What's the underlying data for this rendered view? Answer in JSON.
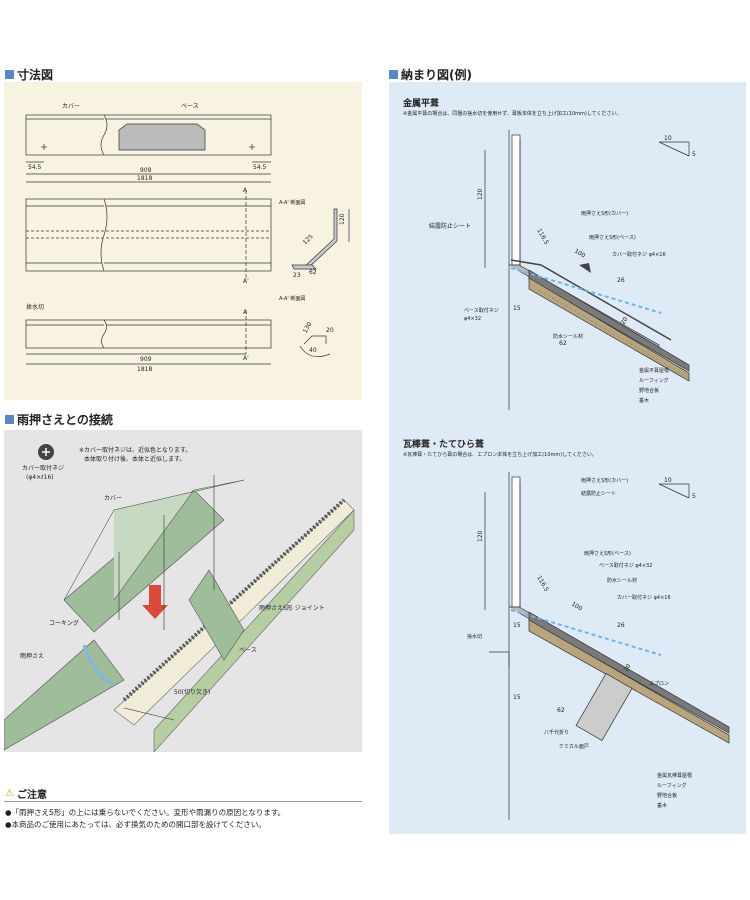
{
  "sections": {
    "dimension": "寸法図",
    "connection": "雨押さえとの接続",
    "finish": "納まり図(例)",
    "caution": "ご注意"
  },
  "dimension": {
    "cover": "カバー",
    "base": "ベース",
    "d545a": "54.5",
    "d545b": "54.5",
    "d909": "909",
    "d1818": "1818",
    "d909b": "909",
    "d1818b": "1818",
    "sectionA": "A-A' 断面図",
    "sectionA2": "A-A' 断面図",
    "d120": "120",
    "d125": "125",
    "d62": "62",
    "d23": "23",
    "d130": "130",
    "d20": "20",
    "d40": "40",
    "mizukiri": "捨水切",
    "markA1": "A",
    "markA2": "A'",
    "markA3": "A",
    "markA4": "A'"
  },
  "connection": {
    "note1": "※カバー取付ネジは、近似色となります。",
    "note2": "本体取り付け後、本体と近似します。",
    "screw": "カバー取付ネジ",
    "screwSize": "(φ4×ℓ16)",
    "cover": "カバー",
    "caulking": "コーキング",
    "amaosae": "雨押さえ",
    "joint": "雨押さえS形\nジョイント",
    "base": "ベース",
    "cut": "50(切り欠き)"
  },
  "finish": {
    "metal": {
      "title": "金属平葺",
      "note": "※金属平葺の場合は、同梱の捨水切を使用せず、葺板本体を立ち上げ加工(10mm)してください。",
      "slope10": "10",
      "slope5": "5",
      "d120": "120",
      "d1165": "116.5",
      "d100": "100",
      "d26": "26",
      "d15": "15",
      "d20": "20",
      "d62": "62",
      "sheet": "結露防止シート",
      "coverS": "雨押さえS形(カバー)",
      "baseS": "雨押さえS形(ベース)",
      "coverScrew": "カバー取付ネジ φ4×16",
      "baseScrew": "ベース取付ネジ",
      "baseScrewSize": "φ4×32",
      "seal": "防水シール材",
      "roof1": "金属平葺屋根",
      "roof2": "ルーフィング",
      "roof3": "野地合板",
      "roof4": "垂木"
    },
    "tile": {
      "title": "瓦棒葺・たてひら葺",
      "note": "※瓦棒葺・たてひら葺の場合は、エプロン本体を立ち上げ加工(10mm)してください。",
      "slope10": "10",
      "slope5": "5",
      "d120": "120",
      "d1165": "116.5",
      "d100": "100",
      "d26": "26",
      "d15a": "15",
      "d15b": "15",
      "d20": "20",
      "d62": "62",
      "coverS": "雨押さえS形(カバー)",
      "sheet": "結露防止シート",
      "baseS": "雨押さえS形(ベース)",
      "baseScrew": "ベース取付ネジ φ4×32",
      "seal": "防水シール材",
      "coverScrew": "カバー取付ネジ φ4×16",
      "mizukiri": "捨水切",
      "apron": "エプロン",
      "hachi": "八千代折り",
      "kemikaru": "ケミカル面戸",
      "roof1": "金属瓦棒葺屋根",
      "roof2": "ルーフィング",
      "roof3": "野地合板",
      "roof4": "垂木"
    }
  },
  "caution": {
    "line1": "●「雨押さえS形」の上には乗らないでください。変形や雨漏りの原因となります。",
    "line2": "●本商品のご使用にあたっては、必ず換気のための開口部を設けてください。"
  }
}
